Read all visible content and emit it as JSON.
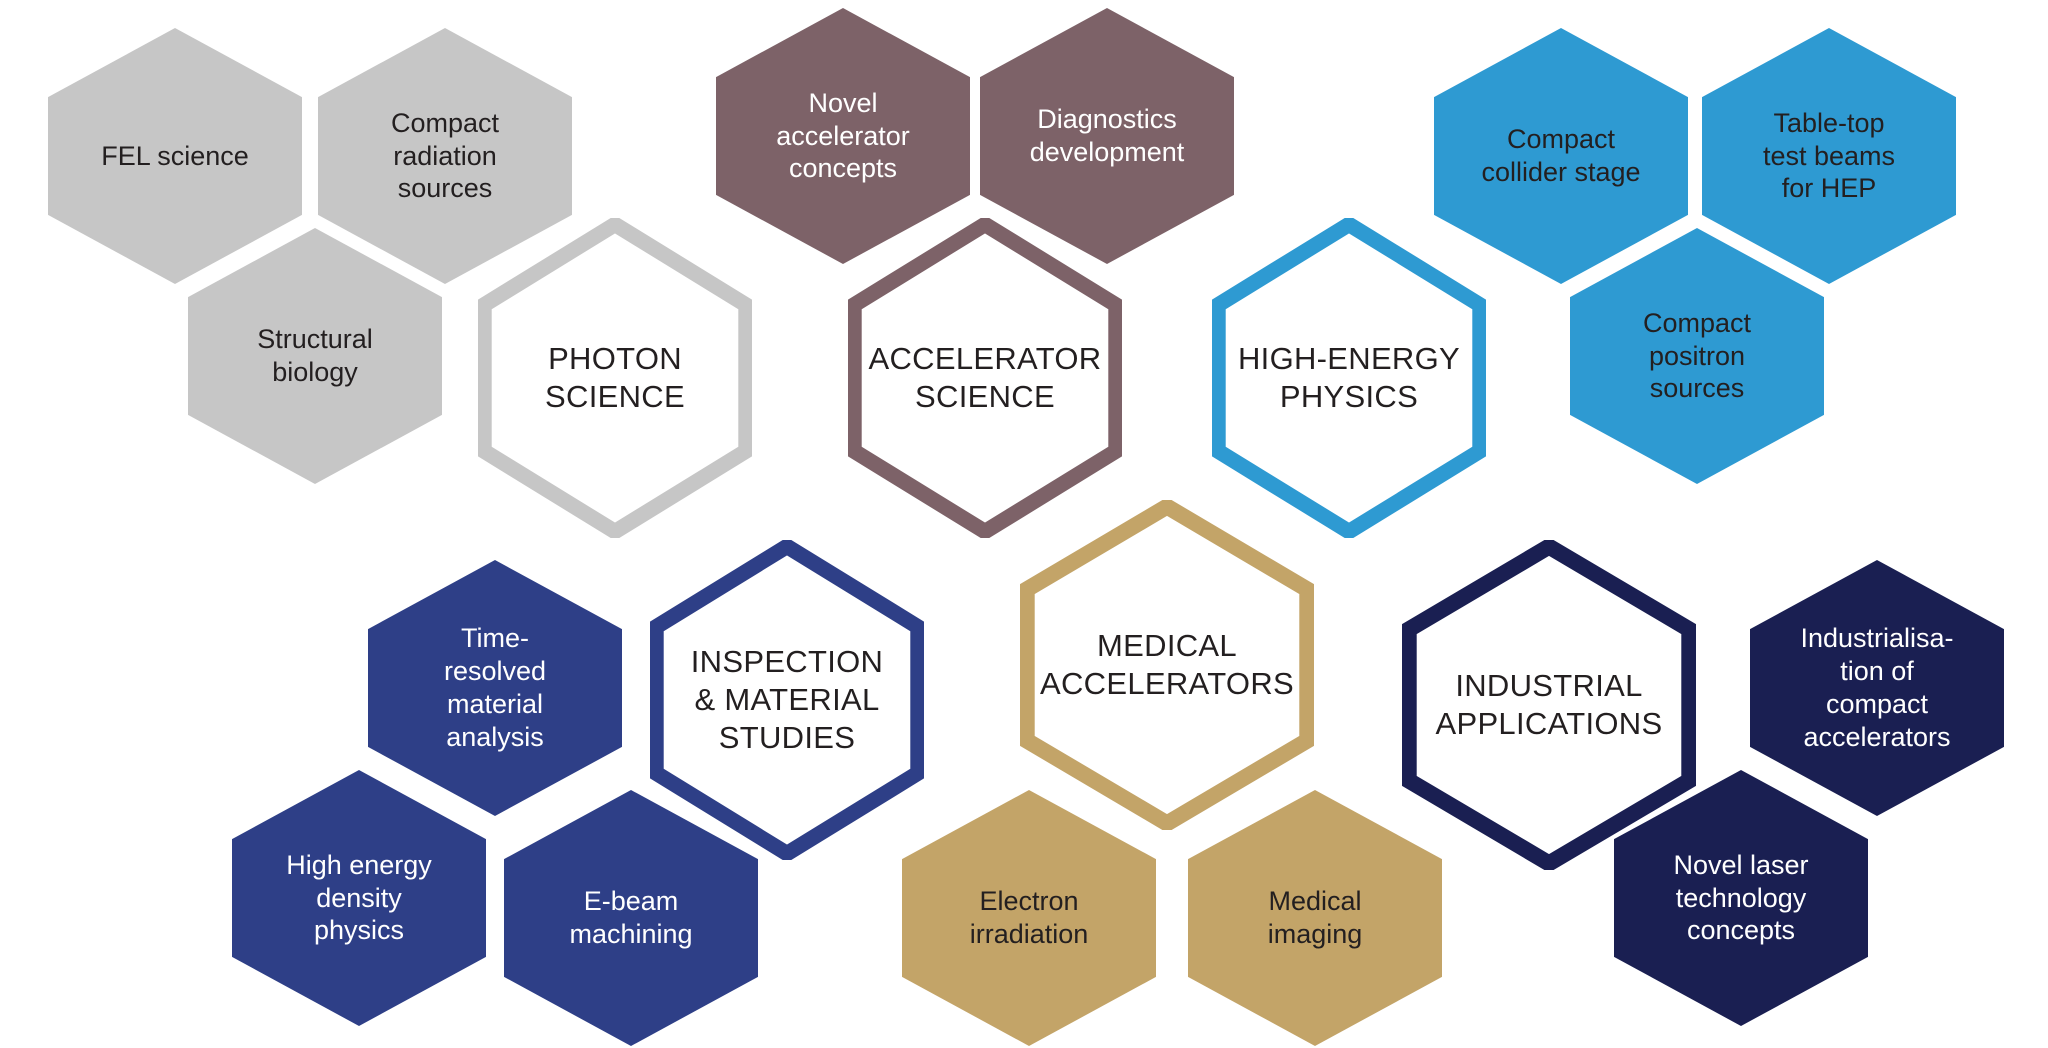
{
  "diagram": {
    "title": "Accelerator application domains hexagon map",
    "background_color": "#ffffff",
    "palette": {
      "grey": "#c6c6c6",
      "mauve": "#7d6268",
      "light_blue": "#2e9ad2",
      "medium_blue": "#2e3f87",
      "tan": "#c3a468",
      "dark_navy": "#1a1f52",
      "text_dark": "#231f20",
      "text_light": "#ffffff"
    },
    "groups": [
      {
        "name": "photon-science",
        "core_label": "PHOTON\nSCIENCE",
        "color": "#c6c6c6",
        "satellites": [
          "FEL science",
          "Compact\nradiation\nsources",
          "Structural\nbiology"
        ]
      },
      {
        "name": "accelerator-science",
        "core_label": "ACCELERATOR\nSCIENCE",
        "color": "#7d6268",
        "satellites": [
          "Novel\naccelerator\nconcepts",
          "Diagnostics\ndevelopment"
        ]
      },
      {
        "name": "high-energy-physics",
        "core_label": "HIGH-ENERGY\nPHYSICS",
        "color": "#2e9ad2",
        "satellites": [
          "Compact\ncollider stage",
          "Table-top\ntest beams\nfor HEP",
          "Compact\npositron\nsources"
        ]
      },
      {
        "name": "inspection-material-studies",
        "core_label": "INSPECTION\n& MATERIAL\nSTUDIES",
        "color": "#2e3f87",
        "satellites": [
          "Time-\nresolved\nmaterial\nanalysis",
          "High energy\ndensity\nphysics",
          "E-beam\nmachining"
        ]
      },
      {
        "name": "medical-accelerators",
        "core_label": "MEDICAL\nACCELERATORS",
        "color": "#c3a468",
        "satellites": [
          "Electron\nirradiation",
          "Medical\nimaging"
        ]
      },
      {
        "name": "industrial-applications",
        "core_label": "INDUSTRIAL\nAPPLICATIONS",
        "color": "#1a1f52",
        "satellites": [
          "Industrialisa-\ntion of\ncompact\naccelerators",
          "Novel laser\ntechnology\nconcepts"
        ]
      }
    ]
  },
  "hexes": {
    "fel_science": {
      "text": "FEL science"
    },
    "compact_radiation": {
      "text": "Compact\nradiation\nsources"
    },
    "structural_biology": {
      "text": "Structural\nbiology"
    },
    "photon_science": {
      "text": "PHOTON\nSCIENCE"
    },
    "novel_accel_concepts": {
      "text": "Novel\naccelerator\nconcepts"
    },
    "diagnostics_dev": {
      "text": "Diagnostics\ndevelopment"
    },
    "accelerator_science": {
      "text": "ACCELERATOR\nSCIENCE"
    },
    "compact_collider": {
      "text": "Compact\ncollider stage"
    },
    "tabletop_test_beams": {
      "text": "Table-top\ntest beams\nfor HEP"
    },
    "compact_positron": {
      "text": "Compact\npositron\nsources"
    },
    "high_energy_physics": {
      "text": "HIGH-ENERGY\nPHYSICS"
    },
    "time_resolved": {
      "text": "Time-\nresolved\nmaterial\nanalysis"
    },
    "high_energy_density": {
      "text": "High energy\ndensity\nphysics"
    },
    "ebeam_machining": {
      "text": "E-beam\nmachining"
    },
    "inspection_material": {
      "text": "INSPECTION\n& MATERIAL\nSTUDIES"
    },
    "electron_irradiation": {
      "text": "Electron\nirradiation"
    },
    "medical_imaging": {
      "text": "Medical\nimaging"
    },
    "medical_accelerators": {
      "text": "MEDICAL\nACCELERATORS"
    },
    "industrialisation": {
      "text": "Industrialisa-\ntion of\ncompact\naccelerators"
    },
    "novel_laser": {
      "text": "Novel laser\ntechnology\nconcepts"
    },
    "industrial_applications": {
      "text": "INDUSTRIAL\nAPPLICATIONS"
    }
  }
}
